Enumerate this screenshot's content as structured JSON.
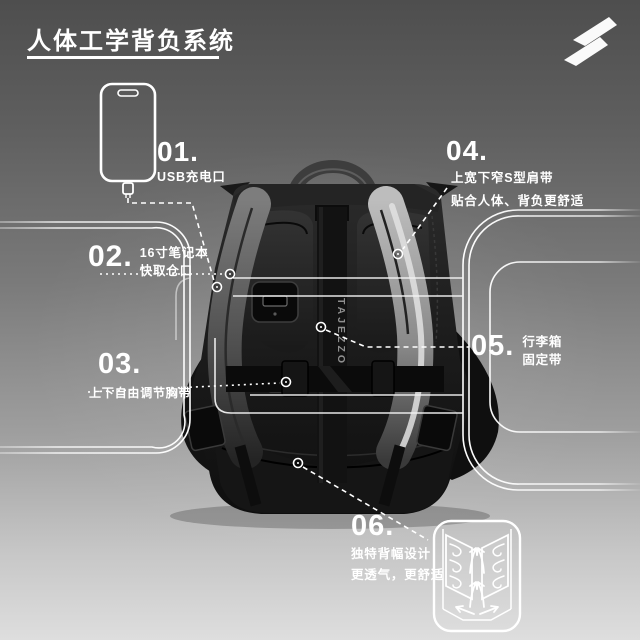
{
  "header": {
    "title": "人体工学背负系统"
  },
  "brand": {
    "logo_icon": "tajezzo-z-logo",
    "strap_text": "TAJEZZO"
  },
  "features": [
    {
      "num": "01.",
      "lines": [
        "USB充电口"
      ]
    },
    {
      "num": "02.",
      "lines": [
        "16寸笔记本",
        "快取仓口"
      ]
    },
    {
      "num": "03.",
      "lines": [
        "上下自由调节胸带"
      ]
    },
    {
      "num": "04.",
      "lines": [
        "上宽下窄S型肩带",
        "贴合人体、背负更舒适"
      ]
    },
    {
      "num": "05.",
      "lines": [
        "行李箱",
        "固定带"
      ]
    },
    {
      "num": "06.",
      "lines": [
        "独特背幅设计",
        "更透气，更舒适"
      ]
    }
  ],
  "icons": {
    "phone": "phone-usb-icon",
    "vent": "breathable-back-panel-icon",
    "logo": "brand-z-logo-icon"
  },
  "colors": {
    "text": "#ffffff",
    "line": "#f5f5f5",
    "bg_top": "#4e4e4e",
    "bg_bottom": "#dedede",
    "bag_dark": "#141414",
    "strap_highlight": "#e2e2e2"
  }
}
